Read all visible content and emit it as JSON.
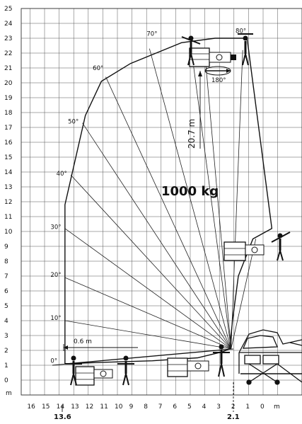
{
  "diagram": {
    "load_label": "1000 kg",
    "height_label": "20.7 m",
    "width_label": "0.6 m",
    "rotation_label": "180°",
    "unit_label": "m",
    "y_ticks": [
      "0",
      "1",
      "2",
      "3",
      "4",
      "5",
      "6",
      "7",
      "8",
      "9",
      "10",
      "11",
      "12",
      "13",
      "14",
      "15",
      "16",
      "17",
      "18",
      "19",
      "20",
      "21",
      "22",
      "23",
      "24",
      "25"
    ],
    "x_ticks": [
      "16",
      "15",
      "14",
      "13",
      "12",
      "11",
      "10",
      "9",
      "8",
      "7",
      "6",
      "5",
      "4",
      "3",
      "2",
      "1",
      "0"
    ],
    "max_outreach_label": "13.6",
    "min_outreach_label": "2.1",
    "angles": [
      {
        "label": "0°",
        "value": 0
      },
      {
        "label": "10°",
        "value": 10
      },
      {
        "label": "20°",
        "value": 20
      },
      {
        "label": "30°",
        "value": 30
      },
      {
        "label": "40°",
        "value": 40
      },
      {
        "label": "50°",
        "value": 50
      },
      {
        "label": "60°",
        "value": 60
      },
      {
        "label": "70°",
        "value": 70
      },
      {
        "label": "80°",
        "value": 80
      }
    ],
    "envelope_outline": [
      [
        13.6,
        1.1
      ],
      [
        13.6,
        11.8
      ],
      [
        12.2,
        17.8
      ],
      [
        11.1,
        20.1
      ],
      [
        9.1,
        21.3
      ],
      [
        5.6,
        22.7
      ],
      [
        3.3,
        23.0
      ],
      [
        1.1,
        23.0
      ],
      [
        -0.6,
        10.2
      ],
      [
        0.7,
        9.5
      ],
      [
        1.7,
        7.0
      ],
      [
        2.1,
        4.0
      ],
      [
        2.3,
        2.1
      ],
      [
        2.8,
        1.9
      ],
      [
        4.5,
        1.5
      ],
      [
        7.6,
        1.3
      ],
      [
        10.9,
        1.2
      ],
      [
        13.6,
        1.1
      ]
    ],
    "ray_origin": [
      2.2,
      2.1
    ],
    "unit_pivot": [
      2.1,
      2.1
    ],
    "colors": {
      "line": "#222222",
      "grid": "#333333",
      "background": "#ffffff"
    }
  }
}
